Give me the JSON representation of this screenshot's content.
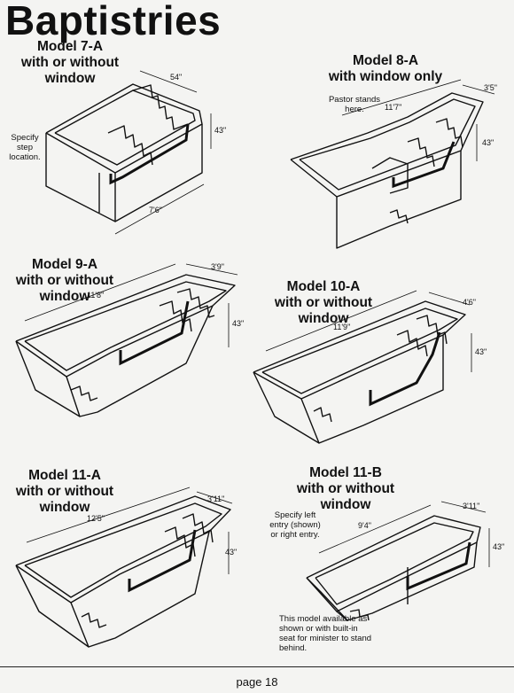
{
  "page": {
    "title": "Baptistries",
    "page_number": "page 18"
  },
  "models": [
    {
      "heading": [
        "Model 7-A",
        "with or without",
        "window"
      ],
      "dims": {
        "width": "54\"",
        "depth": "43\"",
        "length": "7'6\""
      },
      "note": [
        "Specify",
        "step",
        "location."
      ]
    },
    {
      "heading": [
        "Model 8-A",
        "with window only"
      ],
      "dims": {
        "width": "3'5\"",
        "depth": "43\"",
        "length": "11'7\""
      },
      "note": [
        "Pastor stands",
        "here."
      ]
    },
    {
      "heading": [
        "Model 9-A",
        "with or without",
        "window"
      ],
      "dims": {
        "width": "3'9\"",
        "depth": "43\"",
        "length": "11'8\""
      }
    },
    {
      "heading": [
        "Model 10-A",
        "with or without",
        "window"
      ],
      "dims": {
        "width": "4'6\"",
        "depth": "43\"",
        "length": "11'9\""
      }
    },
    {
      "heading": [
        "Model 11-A",
        "with or without",
        "window"
      ],
      "dims": {
        "width": "3'11\"",
        "depth": "43\"",
        "length": "12'5\""
      }
    },
    {
      "heading": [
        "Model 11-B",
        "with or without",
        "window"
      ],
      "dims": {
        "width": "3'11\"",
        "depth": "43\"",
        "length": "9'4\""
      },
      "note": [
        "Specify left",
        "entry (shown)",
        "or right entry."
      ],
      "note2": [
        "This model available as",
        "shown or with built-in",
        "seat for minister to stand",
        "behind."
      ]
    }
  ]
}
